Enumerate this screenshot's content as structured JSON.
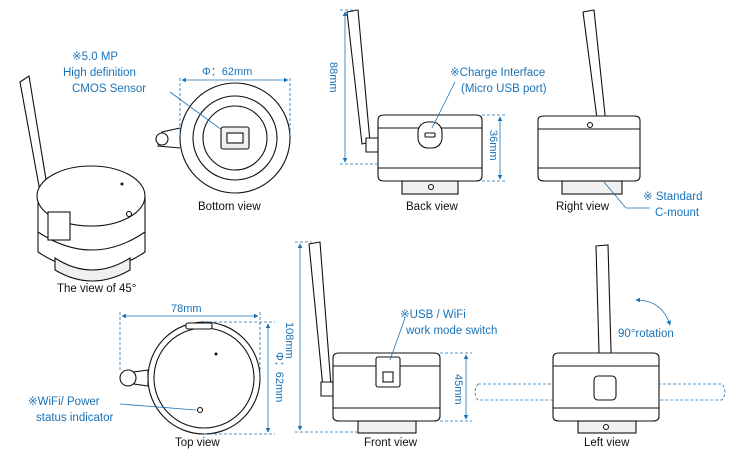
{
  "views": {
    "view45": "The view of 45°",
    "bottom": "Bottom view",
    "back": "Back view",
    "right": "Right view",
    "top": "Top view",
    "front": "Front view",
    "left": "Left view"
  },
  "notes": {
    "sensor_line1": "※5.0 MP",
    "sensor_line2": "High definition",
    "sensor_line3": "CMOS Sensor",
    "charge_line1": "※Charge Interface",
    "charge_line2": "(Micro USB port)",
    "mount_line1": "※ Standard",
    "mount_line2": "C-mount",
    "usb_line1": "※USB / WiFi",
    "usb_line2": "work mode switch",
    "wifi_line1": "※WiFi/ Power",
    "wifi_line2": "status indicator",
    "rotation": "90°rotation"
  },
  "dims": {
    "bottom_diameter": "Φ：62mm",
    "back_height": "88mm",
    "back_body": "36mm",
    "top_width": "78mm",
    "top_diameter": "Φ：62mm",
    "front_height": "108mm",
    "front_body": "45mm"
  },
  "colors": {
    "accent": "#1a73b8",
    "outline": "#111111"
  }
}
